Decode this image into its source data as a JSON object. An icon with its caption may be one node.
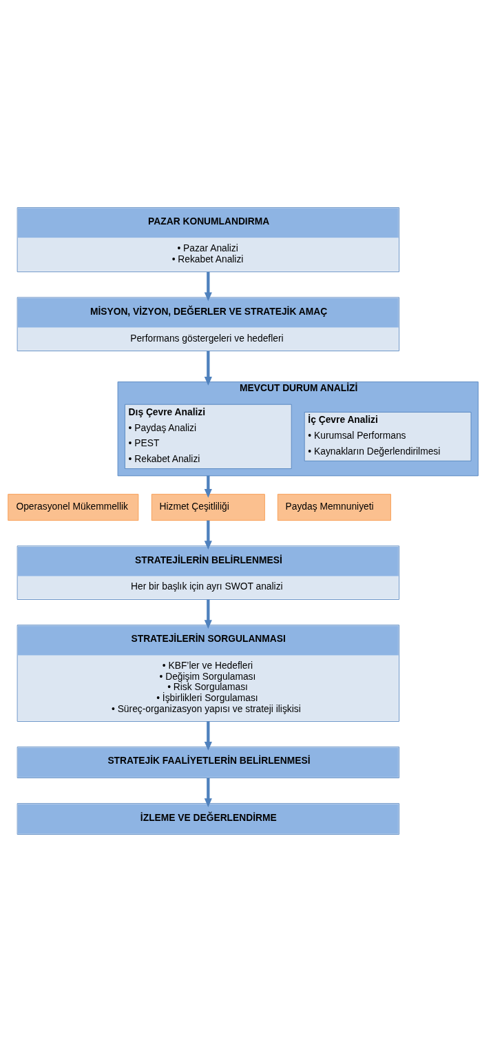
{
  "diagram": {
    "nodes": [
      {
        "text": [
          "PAZAR KONUMLANDIRMA",
          "• Pazar Analizi",
          "• Rekabet Analizi"
        ]
      },
      {
        "text": [
          "MİSYON, VİZYON, DEĞERLER VE STRATEJİK AMAÇ",
          "Performans göstergeleri ve hedefleri"
        ]
      },
      {
        "text": [
          "MEVCUT DURUM ANALİZİ"
        ]
      },
      {
        "text": [
          "Dış Çevre Analizi",
          "• Paydaş Analizi",
          "• PEST",
          "• Rekabet Analizi"
        ],
        "in": 2
      },
      {
        "text": [
          "İç Çevre Analizi",
          "• Kurumsal Performans",
          "• Kaynakların Değerlendirilmesi"
        ],
        "in": 2
      },
      {
        "text": [
          "Operasyonel Mükemmellik"
        ]
      },
      {
        "text": [
          "Hizmet Çeşitliliği"
        ]
      },
      {
        "text": [
          "Paydaş Memnuniyeti"
        ]
      },
      {
        "text": [
          "STRATEJİLERİN BELİRLENMESİ",
          "Her bir başlık için ayrı SWOT analizi"
        ]
      },
      {
        "text": [
          "STRATEJİLERİN SORGULANMASI",
          "• KBF’ler ve Hedefleri",
          "• Değişim Sorgulaması",
          "• Risk Sorgulaması",
          "• İşbirlikleri Sorgulaması",
          "• Süreç-organizasyon yapısı ve strateji ilişkisi"
        ]
      },
      {
        "text": [
          "STRATEJİK FAALİYETLERİN BELİRLENMESİ"
        ]
      },
      {
        "text": [
          "İZLEME VE DEĞERLENDİRME"
        ]
      }
    ],
    "edges": [
      {
        "from": 0,
        "to": 1,
        "arrow": "to"
      },
      {
        "from": 1,
        "to": 2,
        "arrow": "to"
      },
      {
        "from": 2,
        "to": 6,
        "arrow": "to"
      },
      {
        "from": 6,
        "to": 8,
        "arrow": "to"
      },
      {
        "from": 8,
        "to": 9,
        "arrow": "to"
      },
      {
        "from": 9,
        "to": 10,
        "arrow": "to"
      },
      {
        "from": 10,
        "to": 11,
        "arrow": "to"
      }
    ]
  }
}
